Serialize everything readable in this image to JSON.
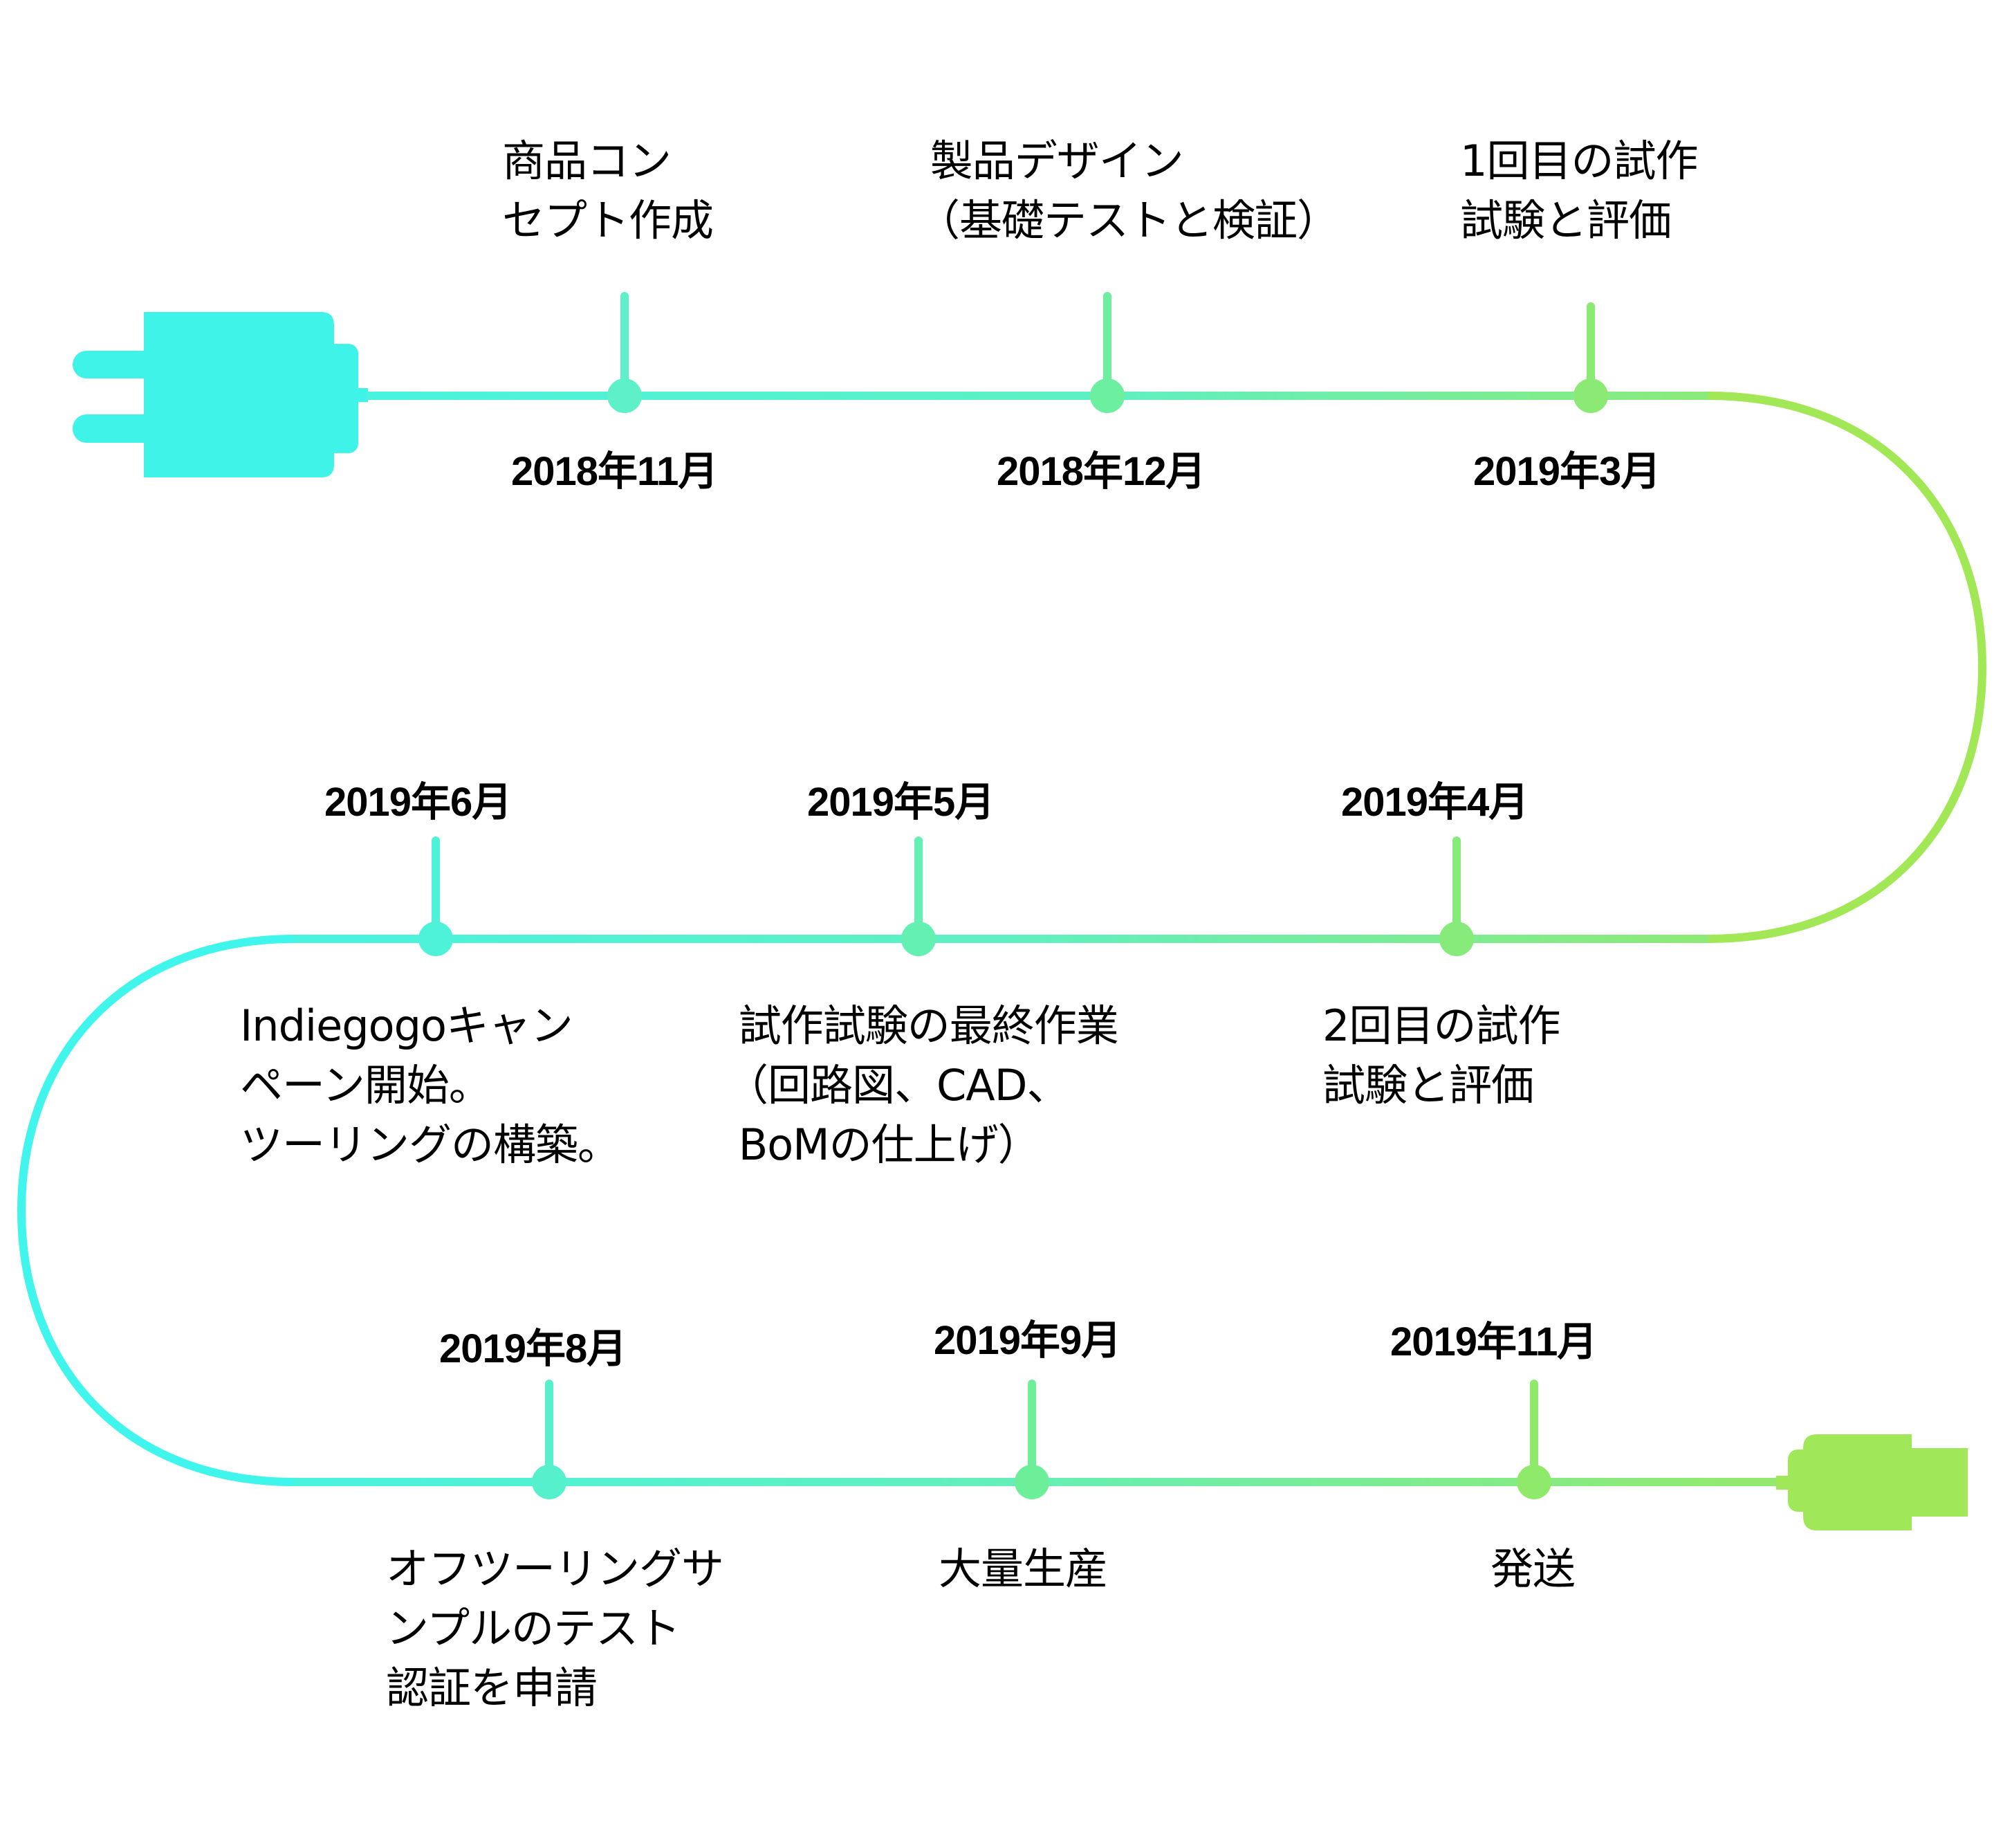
{
  "colors": {
    "cyan": "#3ff5ec",
    "mint": "#5ef0c2",
    "green": "#a2e756",
    "text": "#000000"
  },
  "icons": {
    "start": "power-plug-icon",
    "end": "usb-connector-icon"
  },
  "milestones": [
    {
      "date": "2018年11月",
      "lines": [
        "商品コン",
        "セプト作成"
      ]
    },
    {
      "date": "2018年12月",
      "lines": [
        " 製品デザイン",
        "（基礎テストと検証）"
      ]
    },
    {
      "date": "2019年3月",
      "lines": [
        "1回目の試作",
        "試験と評価"
      ]
    },
    {
      "date": "2019年4月",
      "lines": [
        "2回目の試作",
        "試験と評価"
      ]
    },
    {
      "date": "2019年5月",
      "lines": [
        " 試作試験の最終作業",
        "（回路図、CAD、",
        " BoMの仕上げ）"
      ]
    },
    {
      "date": "2019年6月",
      "lines": [
        "Indiegogoキャン",
        "ペーン開始。",
        "ツーリングの構築。"
      ]
    },
    {
      "date": "2019年8月",
      "lines": [
        "オフツーリングサ",
        "ンプルのテスト",
        "認証を申請"
      ]
    },
    {
      "date": "2019年9月",
      "lines": [
        "大量生産"
      ]
    },
    {
      "date": "2019年11月",
      "lines": [
        "発送"
      ]
    }
  ]
}
